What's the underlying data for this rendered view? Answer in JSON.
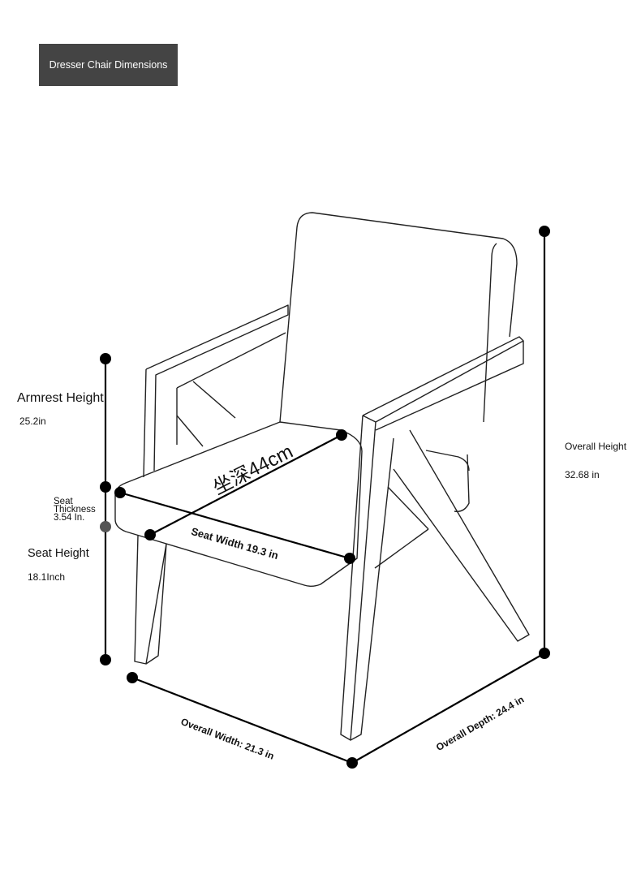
{
  "title": "Dresser Chair Dimensions",
  "labels": {
    "armrest_height": "Armrest Height",
    "armrest_height_value": "25.2in",
    "seat_thickness_line1": "Seat",
    "seat_thickness_line2": "Thickness",
    "seat_thickness_value": "3.54 In.",
    "seat_height": "Seat Height",
    "seat_height_value": "18.1Inch",
    "overall_height": "Overall Height",
    "overall_height_value": "32.68 in",
    "seat_depth": "坐深44cm",
    "seat_width": "Seat Width 19.3 in",
    "overall_width": "Overall Width: 21.3 in",
    "overall_depth": "Overall Depth: 24.4 in"
  },
  "colors": {
    "title_bg": "#444444",
    "line": "#000000",
    "marker_gray": "#555555"
  }
}
